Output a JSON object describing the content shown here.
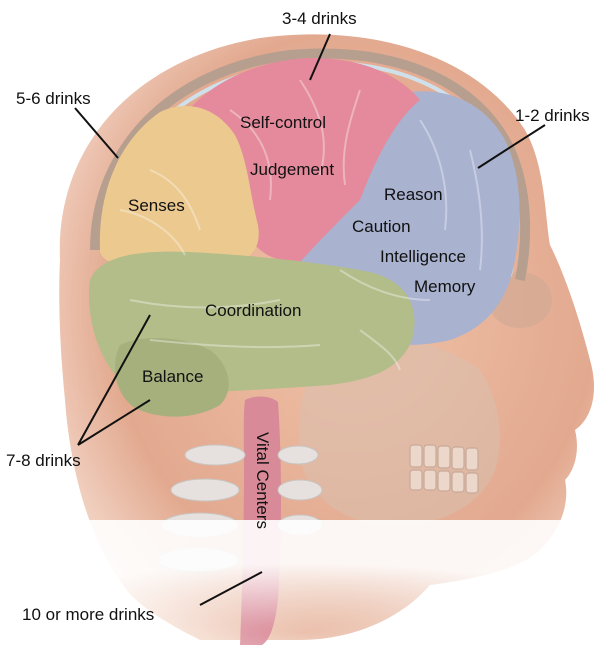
{
  "labels": {
    "drinks_3_4": "3-4 drinks",
    "drinks_5_6": "5-6 drinks",
    "drinks_1_2": "1-2 drinks",
    "drinks_7_8": "7-8 drinks",
    "drinks_10_plus": "10 or more drinks",
    "self_control": "Self-control",
    "judgement": "Judgement",
    "senses": "Senses",
    "reason": "Reason",
    "caution": "Caution",
    "intelligence": "Intelligence",
    "memory": "Memory",
    "coordination": "Coordination",
    "balance": "Balance",
    "vital_centers": "Vital Centers"
  },
  "colors": {
    "frontal_lobe": "#a9b2cf",
    "parietal_lobe": "#e48a9c",
    "sensory_lobe": "#ecc98f",
    "cerebellum_region": "#b3bd8a",
    "brainstem": "#d98a98",
    "skin": "#e7b39a",
    "skull": "#d7bba9"
  }
}
